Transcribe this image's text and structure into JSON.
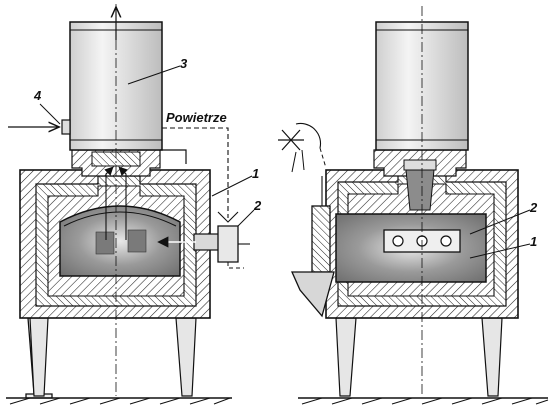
{
  "labels": {
    "left": {
      "n1": "1",
      "n2": "2",
      "n3": "3",
      "n4": "4",
      "air": "Powietrze"
    },
    "right": {
      "n1": "1",
      "n2": "2"
    }
  }
}
